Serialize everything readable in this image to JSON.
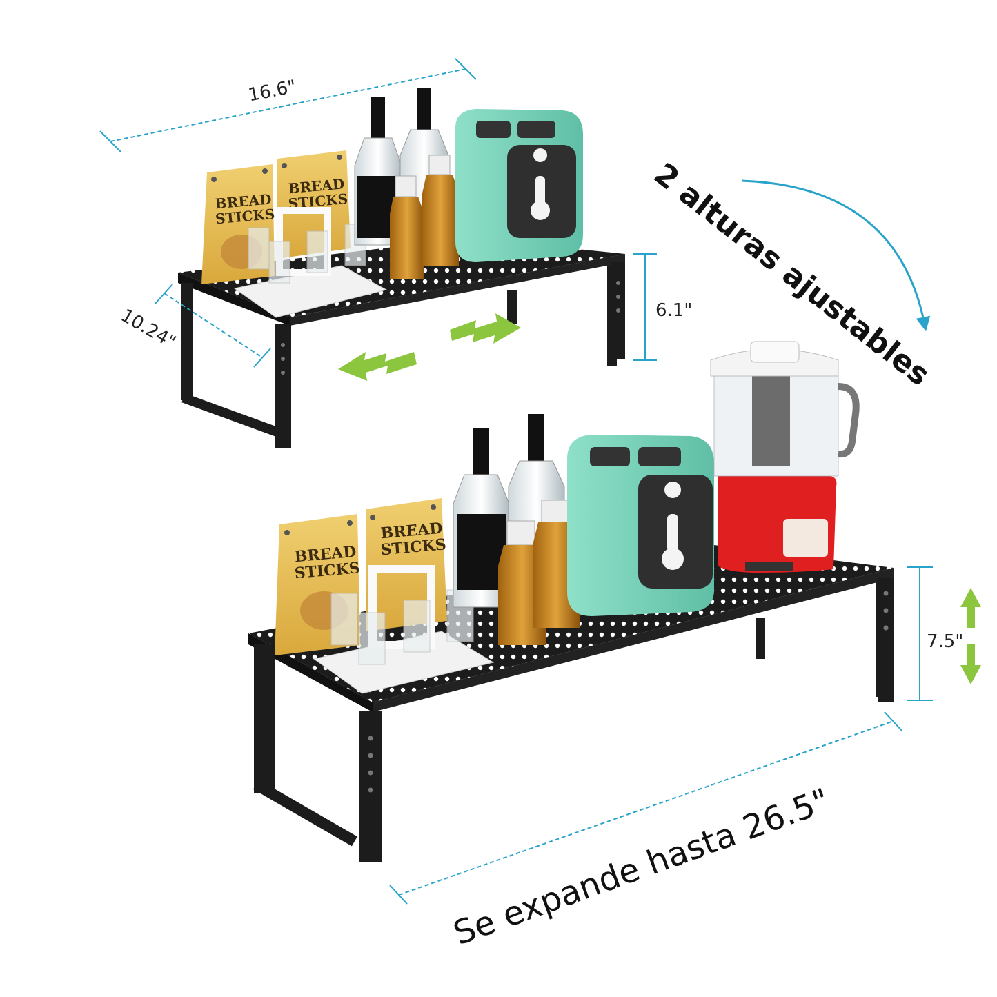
{
  "dimensions": {
    "width_label": "16.6\"",
    "depth_label": "10.24\"",
    "height_low_label": "6.1\"",
    "height_high_label": "7.5\""
  },
  "headline": {
    "adjustable_heights": "2 alturas ajustables",
    "expands_to": "Se expande hasta 26.5\""
  },
  "product_labels": {
    "bag_text_line1": "BREAD",
    "bag_text_line2": "STICKS"
  },
  "colors": {
    "dimension_line": "#29a3c9",
    "arrow_green": "#8cc63f",
    "shelf_black": "#1c1c1c",
    "toaster_mint": "#7ed3bd",
    "processor_red": "#e02020",
    "bag_gold": "#e9c25a"
  }
}
